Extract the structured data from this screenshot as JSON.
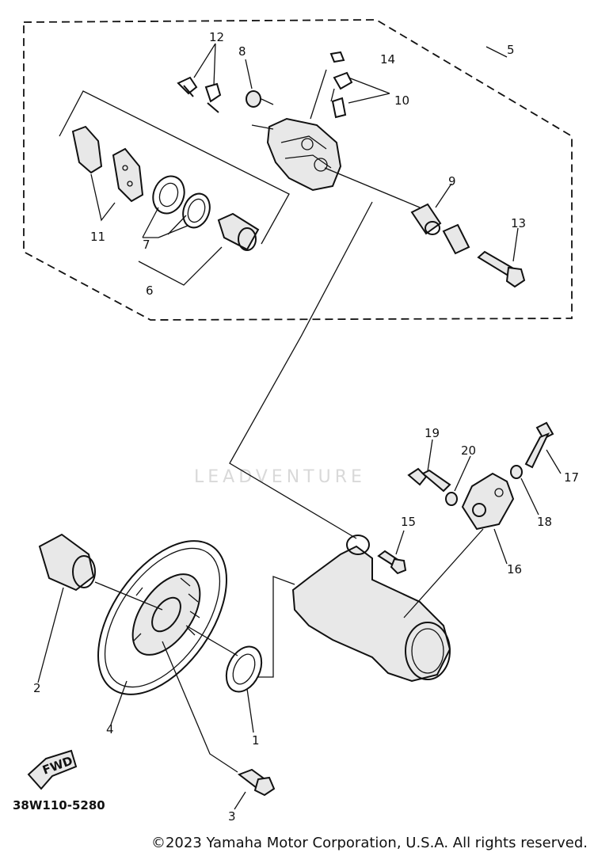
{
  "diagram": {
    "part_labels": {
      "p1": "1",
      "p2": "2",
      "p3": "3",
      "p4": "4",
      "p5": "5",
      "p6": "6",
      "p7": "7",
      "p8": "8",
      "p9": "9",
      "p10": "10",
      "p11": "11",
      "p12": "12",
      "p13": "13",
      "p14": "14",
      "p15": "15",
      "p16": "16",
      "p17": "17",
      "p18": "18",
      "p19": "19",
      "p20": "20"
    },
    "fwd_label": "FWD",
    "diagram_code": "38W110-5280",
    "watermark_brand": "LEADVENTURE"
  },
  "footer": {
    "copyright": "©2023 Yamaha Motor Corporation, U.S.A. All rights reserved."
  }
}
